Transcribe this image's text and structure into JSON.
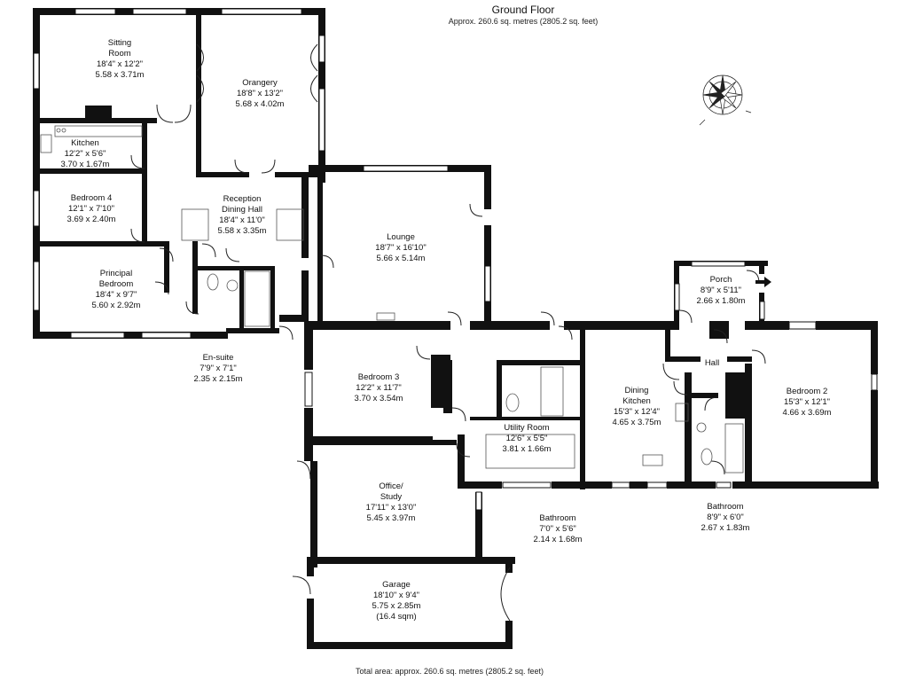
{
  "header": {
    "title": "Ground Floor",
    "subtitle": "Approx. 260.6 sq. metres (2805.2 sq. feet)"
  },
  "footer": {
    "total": "Total area: approx. 260.6 sq. metres (2805.2 sq. feet)"
  },
  "rooms": {
    "sitting_room": {
      "name_1": "Sitting",
      "name_2": "Room",
      "imperial": "18'4\" x 12'2\"",
      "metric": "5.58 x 3.71m"
    },
    "orangery": {
      "name": "Orangery",
      "imperial": "18'8\" x 13'2\"",
      "metric": "5.68 x 4.02m"
    },
    "kitchen": {
      "name": "Kitchen",
      "imperial": "12'2\" x 5'6\"",
      "metric": "3.70 x 1.67m"
    },
    "bedroom_4": {
      "name": "Bedroom 4",
      "imperial": "12'1\" x 7'10\"",
      "metric": "3.69 x 2.40m"
    },
    "reception": {
      "name_1": "Reception",
      "name_2": "Dining Hall",
      "imperial": "18'4\" x 11'0\"",
      "metric": "5.58 x 3.35m"
    },
    "principal_bedroom": {
      "name_1": "Principal",
      "name_2": "Bedroom",
      "imperial": "18'4\" x 9'7\"",
      "metric": "5.60 x 2.92m"
    },
    "en_suite": {
      "name": "En-suite",
      "imperial": "7'9\" x 7'1\"",
      "metric": "2.35 x 2.15m"
    },
    "lounge": {
      "name": "Lounge",
      "imperial": "18'7\" x 16'10\"",
      "metric": "5.66 x 5.14m"
    },
    "porch": {
      "name": "Porch",
      "imperial": "8'9\" x 5'11\"",
      "metric": "2.66 x 1.80m"
    },
    "hall": {
      "name": "Hall"
    },
    "bedroom_2": {
      "name": "Bedroom 2",
      "imperial": "15'3\" x 12'1\"",
      "metric": "4.66 x 3.69m"
    },
    "bedroom_3": {
      "name": "Bedroom 3",
      "imperial": "12'2\" x 11'7\"",
      "metric": "3.70 x 3.54m"
    },
    "dining_kitchen": {
      "name_1": "Dining",
      "name_2": "Kitchen",
      "imperial": "15'3\" x 12'4\"",
      "metric": "4.65 x 3.75m"
    },
    "utility_room": {
      "name": "Utility Room",
      "imperial": "12'6\" x 5'5\"",
      "metric": "3.81 x 1.66m"
    },
    "office": {
      "name_1": "Office/",
      "name_2": "Study",
      "imperial": "17'11\" x 13'0\"",
      "metric": "5.45 x 3.97m"
    },
    "bathroom_1": {
      "name": "Bathroom",
      "imperial": "7'0\" x 5'6\"",
      "metric": "2.14 x 1.68m"
    },
    "bathroom_2": {
      "name": "Bathroom",
      "imperial": "8'9\" x 6'0\"",
      "metric": "2.67 x 1.83m"
    },
    "garage": {
      "name": "Garage",
      "imperial": "18'10\" x 9'4\"",
      "metric": "5.75 x 2.85m",
      "area": "(16.4 sqm)"
    }
  },
  "compass": {
    "icon": "compass-rose-icon"
  },
  "colors": {
    "wall": "#111111",
    "window": "#ffffff",
    "fixture": "#555555"
  }
}
